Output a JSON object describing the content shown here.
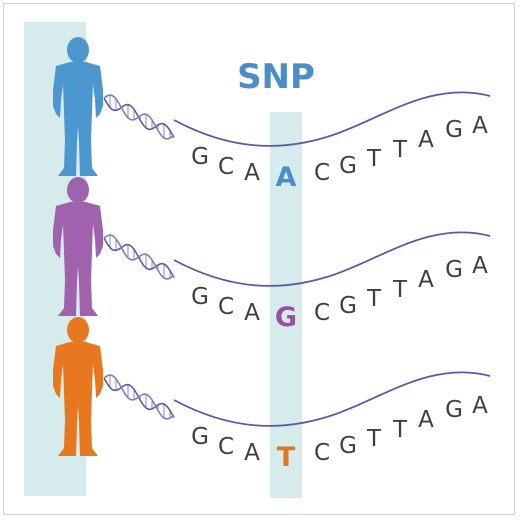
{
  "title": "SNP",
  "sequence_before": [
    "G",
    "C",
    "A"
  ],
  "sequence_after": [
    "C",
    "G",
    "T",
    "T",
    "A",
    "G",
    "A"
  ],
  "rows": [
    {
      "person_color": "#4d97d0",
      "variant": "A",
      "variant_color": "#4a8dc9"
    },
    {
      "person_color": "#a062ad",
      "variant": "G",
      "variant_color": "#9a4fa0"
    },
    {
      "person_color": "#e8781f",
      "variant": "T",
      "variant_color": "#e4761d"
    }
  ],
  "colors": {
    "title": "#4a8dc9",
    "strand": "#5a5aa8",
    "highlight_band": "#d6ebec"
  }
}
